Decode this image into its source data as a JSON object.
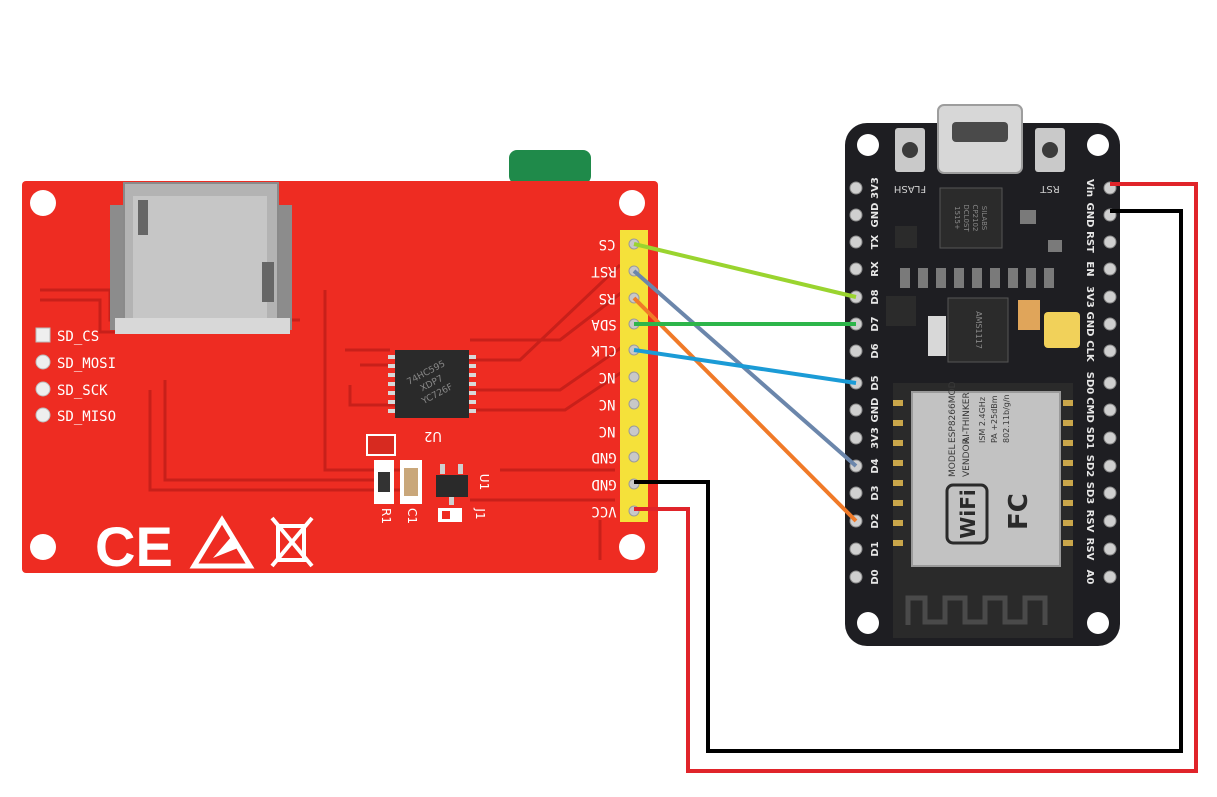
{
  "tft_board": {
    "header_pins": [
      "CS",
      "RST",
      "RS",
      "SDA",
      "CLK",
      "NC",
      "NC",
      "NC",
      "GND",
      "GND",
      "VCC"
    ],
    "sd_pins": [
      "SD_CS",
      "SD_MOSI",
      "SD_SCK",
      "SD_MISO"
    ],
    "designators": {
      "u2": "U2",
      "u1": "U1",
      "r1": "R1",
      "c1": "C1",
      "j1": "J1"
    },
    "marks": {
      "ce": "CE"
    },
    "ic_text": [
      "74HC595",
      "XDP7",
      "YC726F"
    ],
    "color": "#ee2c22"
  },
  "nodemcu": {
    "buttons": {
      "flash": "FLASH",
      "rst": "RST"
    },
    "left_pins": [
      "3V3",
      "GND",
      "TX",
      "RX",
      "D8",
      "D7",
      "D6",
      "D5",
      "GND",
      "3V3",
      "D4",
      "D3",
      "D2",
      "D1",
      "D0"
    ],
    "right_pins": [
      "Vin",
      "GND",
      "RST",
      "EN",
      "3V3",
      "GND",
      "CLK",
      "SD0",
      "CMD",
      "SD1",
      "SD2",
      "SD3",
      "RSV",
      "RSV",
      "A0"
    ],
    "wifi_module": {
      "logo": "WiFi",
      "model_label": "MODEL",
      "model": "ESP8266MOD",
      "vendor_label": "VENDOR",
      "vendor": "AI-THINKER",
      "ism": "ISM 2.4GHz",
      "pa": "PA +25dBm",
      "standard": "802.11b/g/n",
      "fcc": "FC"
    },
    "usb_chip": [
      "SILABS",
      "CP2102",
      "DCL0ST",
      "1515+"
    ],
    "regulator": "AMS1117",
    "color": "#1e1e22"
  },
  "wires": [
    {
      "from": "CS",
      "to": "D8",
      "color": "#9ad42f"
    },
    {
      "from": "RST",
      "to": "D4",
      "color": "#6b86ab"
    },
    {
      "from": "RS",
      "to": "D2",
      "color": "#f07a28"
    },
    {
      "from": "SDA",
      "to": "D7",
      "color": "#2db54a"
    },
    {
      "from": "CLK",
      "to": "D5",
      "color": "#1b9bd6"
    },
    {
      "from": "GND",
      "to": "GND",
      "color": "#000000"
    },
    {
      "from": "VCC",
      "to": "Vin",
      "color": "#e0242a"
    }
  ]
}
